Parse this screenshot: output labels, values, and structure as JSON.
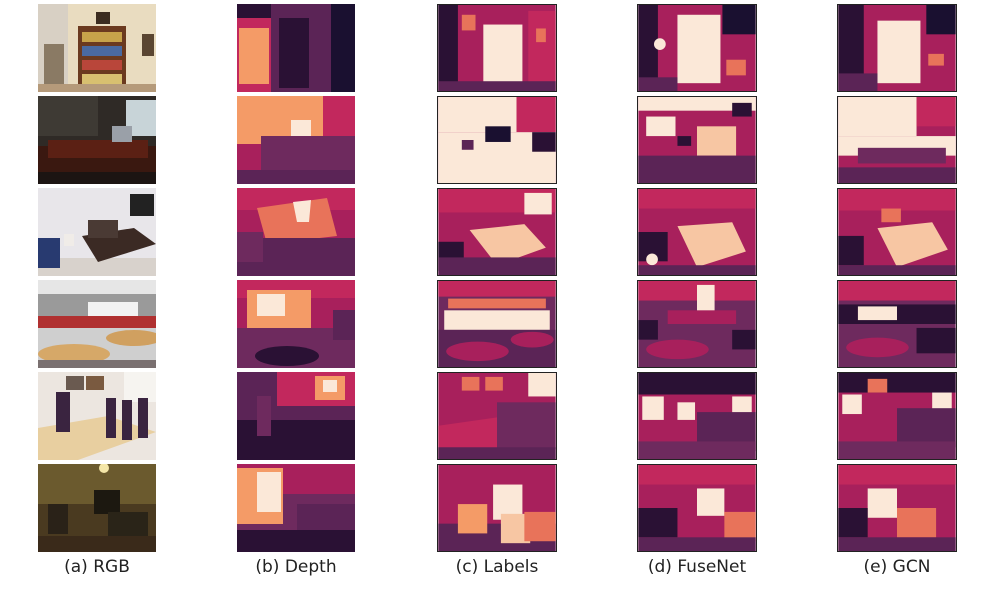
{
  "columns": [
    {
      "caption": "(a) RGB"
    },
    {
      "caption": "(b) Depth"
    },
    {
      "caption": "(c) Labels"
    },
    {
      "caption": "(d) FuseNet"
    },
    {
      "caption": "(e) GCN"
    }
  ],
  "palette": {
    "dark": "#2a1134",
    "navy": "#1a1030",
    "plum": "#5b2456",
    "purple": "#6e2a5e",
    "magenta": "#a8205c",
    "crimson": "#c2285d",
    "salmon": "#e8735a",
    "orange": "#f49b67",
    "peach": "#f7c6a3",
    "cream": "#fbe8d8"
  }
}
